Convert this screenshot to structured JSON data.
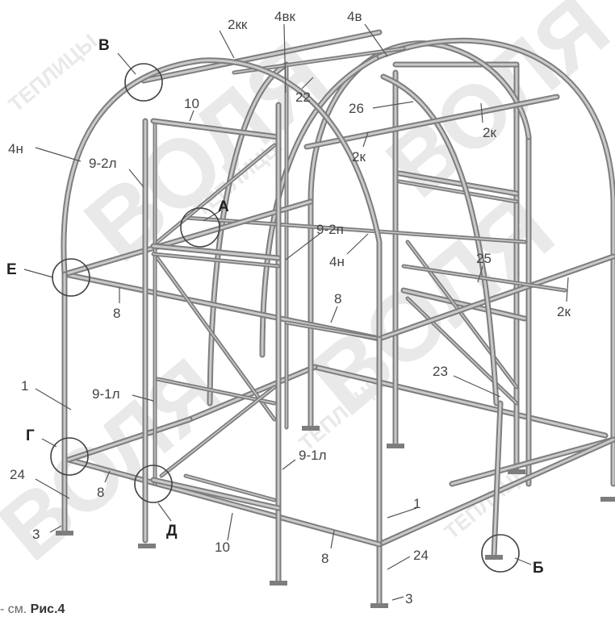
{
  "watermark": {
    "text": "ВОЛЯ",
    "subtext": "ТЕПЛИЦЫ"
  },
  "colors": {
    "tube_dark": "#7d7d7d",
    "tube_light": "#c9c9c9",
    "label": "#444444",
    "watermark": "#e9e9e9"
  },
  "callouts": {
    "B": "В",
    "E": "Е",
    "G": "Г",
    "D": "Д",
    "A": "А",
    "Bz": "Б"
  },
  "labels": {
    "l_2kk": "2кк",
    "l_4vk": "4вк",
    "l_4v": "4в",
    "l_10_top": "10",
    "l_22": "22",
    "l_26": "26",
    "l_2k_back": "2к",
    "l_2k_mid": "2к",
    "l_4n_left": "4н",
    "l_9_2l": "9-2л",
    "l_9_2p": "9-2п",
    "l_4n_mid": "4н",
    "l_25": "25",
    "l_2k_right": "2к",
    "l_8_left": "8",
    "l_8_mid": "8",
    "l_8_front": "8",
    "l_8_bottom": "8",
    "l_23": "23",
    "l_1_left": "1",
    "l_1_right": "1",
    "l_9_1l_left": "9-1л",
    "l_9_1l_right": "9-1л",
    "l_24_left": "24",
    "l_24_right": "24",
    "l_3_left": "3",
    "l_3_right": "3",
    "l_10_bottom": "10"
  },
  "caption": {
    "prefix": "- см.",
    "figure": "Рис.4"
  }
}
